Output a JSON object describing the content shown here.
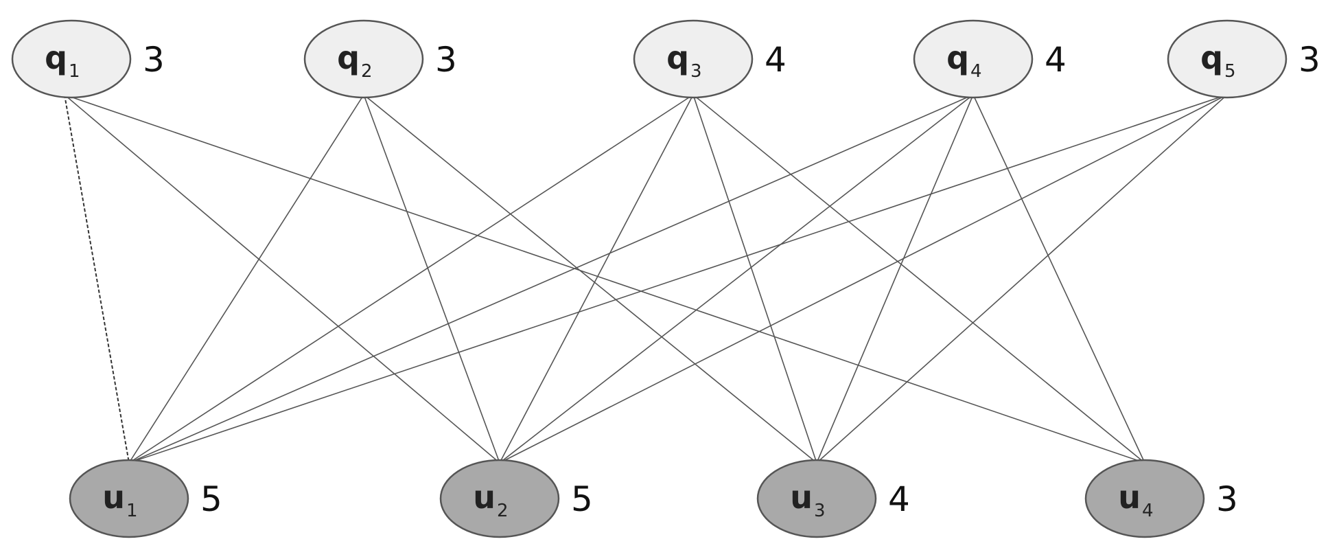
{
  "colors": {
    "query_fill": "#efefef",
    "user_fill": "#a9a9a9",
    "node_stroke": "#555555",
    "edge": "#555555"
  },
  "query_nodes": [
    {
      "id": "q1",
      "letter": "q",
      "sub": "1",
      "degree": "3"
    },
    {
      "id": "q2",
      "letter": "q",
      "sub": "2",
      "degree": "3"
    },
    {
      "id": "q3",
      "letter": "q",
      "sub": "3",
      "degree": "4"
    },
    {
      "id": "q4",
      "letter": "q",
      "sub": "4",
      "degree": "4"
    },
    {
      "id": "q5",
      "letter": "q",
      "sub": "5",
      "degree": "3"
    }
  ],
  "user_nodes": [
    {
      "id": "u1",
      "letter": "u",
      "sub": "1",
      "degree": "5"
    },
    {
      "id": "u2",
      "letter": "u",
      "sub": "2",
      "degree": "5"
    },
    {
      "id": "u3",
      "letter": "u",
      "sub": "3",
      "degree": "4"
    },
    {
      "id": "u4",
      "letter": "u",
      "sub": "4",
      "degree": "3"
    }
  ],
  "edges": [
    [
      "q1",
      "u1"
    ],
    [
      "q1",
      "u2"
    ],
    [
      "q1",
      "u4"
    ],
    [
      "q2",
      "u1"
    ],
    [
      "q2",
      "u2"
    ],
    [
      "q2",
      "u3"
    ],
    [
      "q3",
      "u1"
    ],
    [
      "q3",
      "u2"
    ],
    [
      "q3",
      "u3"
    ],
    [
      "q3",
      "u4"
    ],
    [
      "q4",
      "u1"
    ],
    [
      "q4",
      "u2"
    ],
    [
      "q4",
      "u3"
    ],
    [
      "q4",
      "u4"
    ],
    [
      "q5",
      "u1"
    ],
    [
      "q5",
      "u2"
    ],
    [
      "q5",
      "u3"
    ]
  ]
}
